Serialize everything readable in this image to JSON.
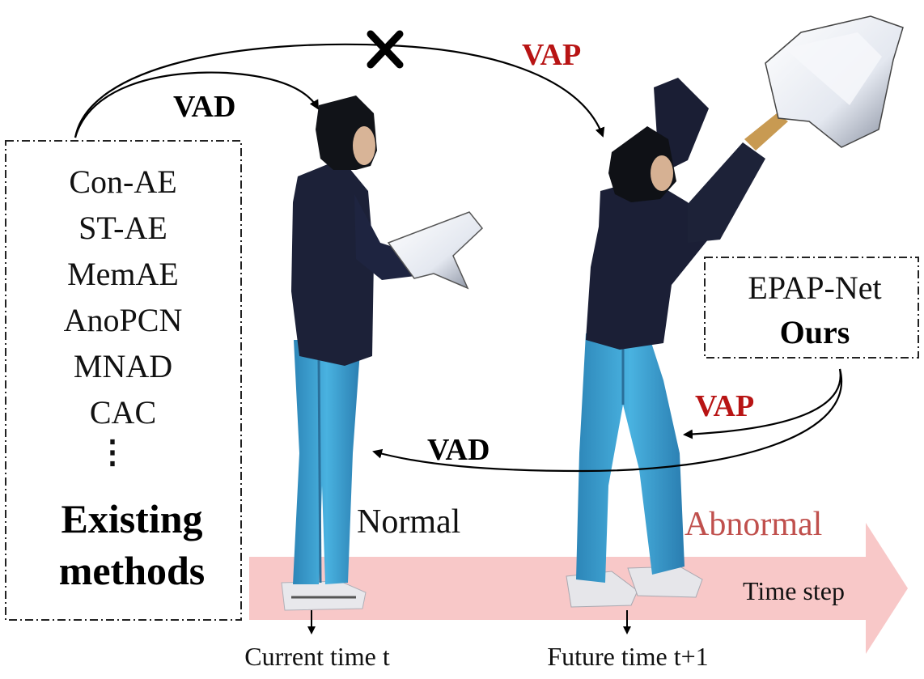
{
  "existing_methods": {
    "items": [
      "Con-AE",
      "ST-AE",
      "MemAE",
      "AnoPCN",
      "MNAD",
      "CAC"
    ],
    "ellipsis": "⋮",
    "title_line1": "Existing",
    "title_line2": "methods"
  },
  "ours": {
    "line1": "EPAP-Net",
    "line2": "Ours"
  },
  "arrows": {
    "vad_top": "VAD",
    "vap_top": "VAP",
    "vap_right": "VAP",
    "vad_bottom": "VAD"
  },
  "states": {
    "normal": "Normal",
    "abnormal": "Abnormal"
  },
  "timeline": {
    "time_step": "Time step",
    "current": "Current time t",
    "future": "Future time t+1"
  },
  "colors": {
    "vap_red": "#b81414",
    "abnormal_red": "#c0504d",
    "timeline_pink": "#f8c8c8",
    "jacket": "#1b2038",
    "pants": "#3fa7d6"
  }
}
